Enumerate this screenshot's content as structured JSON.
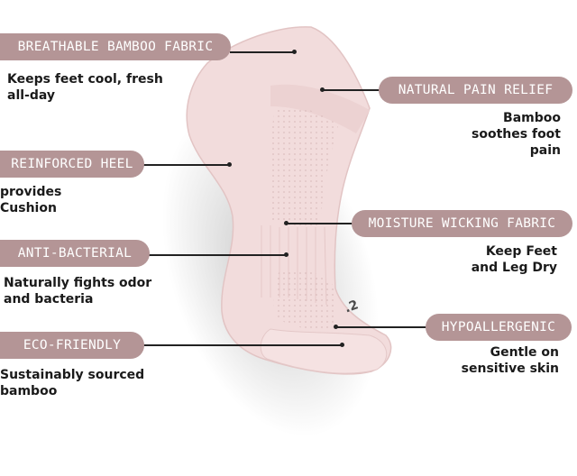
{
  "features": [
    {
      "id": "breathable",
      "label": "BREATHABLE BAMBOO FABRIC",
      "description_lines": [
        "Keeps feet cool, fresh",
        "all-day"
      ]
    },
    {
      "id": "pain-relief",
      "label": "NATURAL PAIN RELIEF",
      "description_lines": [
        "Bamboo",
        "soothes foot",
        "pain"
      ]
    },
    {
      "id": "heel",
      "label": "REINFORCED HEEL",
      "description_lines": [
        "provides",
        "Cushion"
      ]
    },
    {
      "id": "moisture",
      "label": "MOISTURE WICKING FABRIC",
      "description_lines": [
        "Keep Feet",
        "and Leg Dry"
      ]
    },
    {
      "id": "antibacterial",
      "label": "ANTI-BACTERIAL",
      "description_lines": [
        "Naturally fights odor",
        "and bacteria"
      ]
    },
    {
      "id": "hypoallergenic",
      "label": "HYPOALLERGENIC",
      "description_lines": [
        "Gentle on",
        "sensitive skin"
      ]
    },
    {
      "id": "eco",
      "label": "ECO-FRIENDLY",
      "description_lines": [
        "Sustainably sourced",
        "bamboo"
      ]
    }
  ],
  "colors": {
    "pill": "#b49596",
    "sock": "#f2dcdc",
    "sock_shadow": "#e3c6c6",
    "text": "#1a1a1a"
  }
}
